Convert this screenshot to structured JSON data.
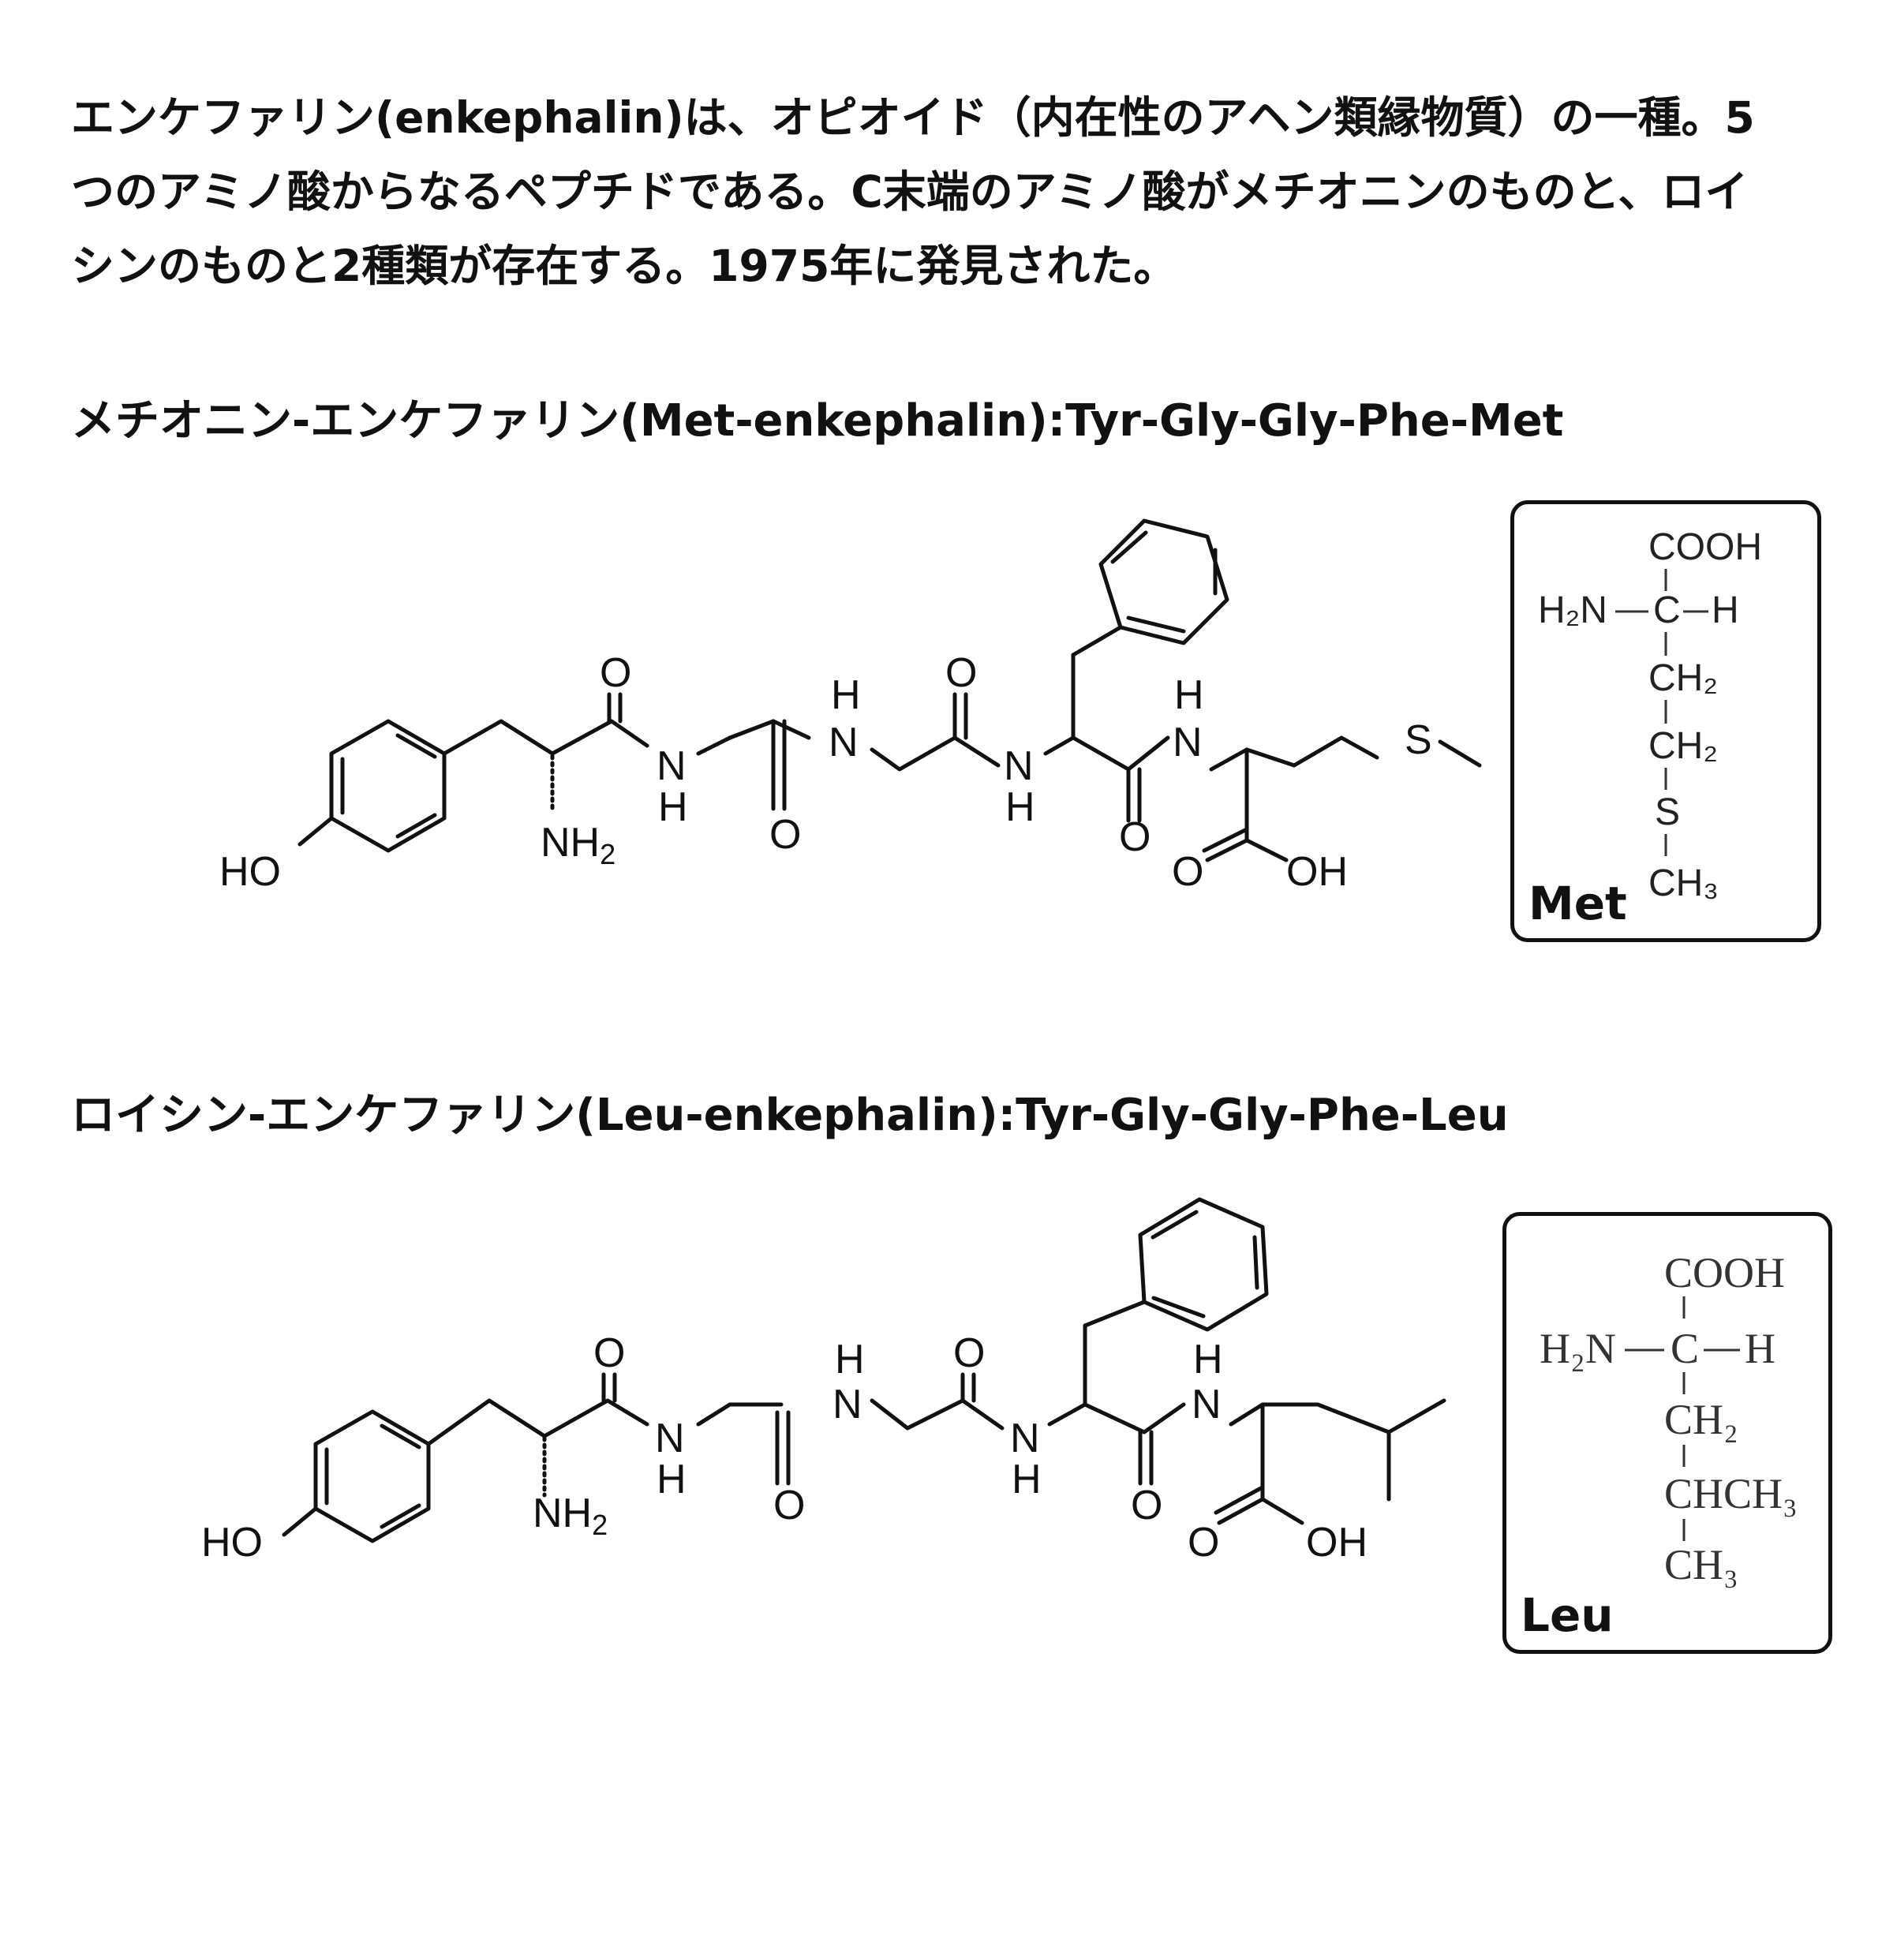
{
  "intro": {
    "line1": "エンケファリン(enkephalin)は、オピオイド（内在性のアヘン類縁物質）の一種。5",
    "line2": "つのアミノ酸からなるペプチドである。C末端のアミノ酸がメチオニンのものと、ロイ",
    "line3": "シンのものと2種類が存在する。1975年に発見された。"
  },
  "met": {
    "heading": "メチオニン-エンケファリン(Met-enkephalin):Tyr-Gly-Gly-Phe-Met",
    "box_label": "Met",
    "side_chain": {
      "top": "COOH",
      "left": "H₂N",
      "center": "C",
      "right": "H",
      "row1": "CH₂",
      "row2": "CH₂",
      "row3": "S",
      "row4": "CH₃"
    }
  },
  "leu": {
    "heading": "ロイシン-エンケファリン(Leu-enkephalin):Tyr-Gly-Gly-Phe-Leu",
    "box_label": "Leu",
    "side_chain": {
      "top": "COOH",
      "left": "H₂N",
      "center": "C",
      "right": "H",
      "row1": "CH₂",
      "row2": "CHCH₃",
      "row3": "CH₃"
    }
  },
  "atoms": {
    "ho": "HO",
    "nh2": "NH",
    "nh2_sub": "2",
    "o": "O",
    "n": "N",
    "h": "H",
    "s": "S",
    "oh": "OH"
  }
}
